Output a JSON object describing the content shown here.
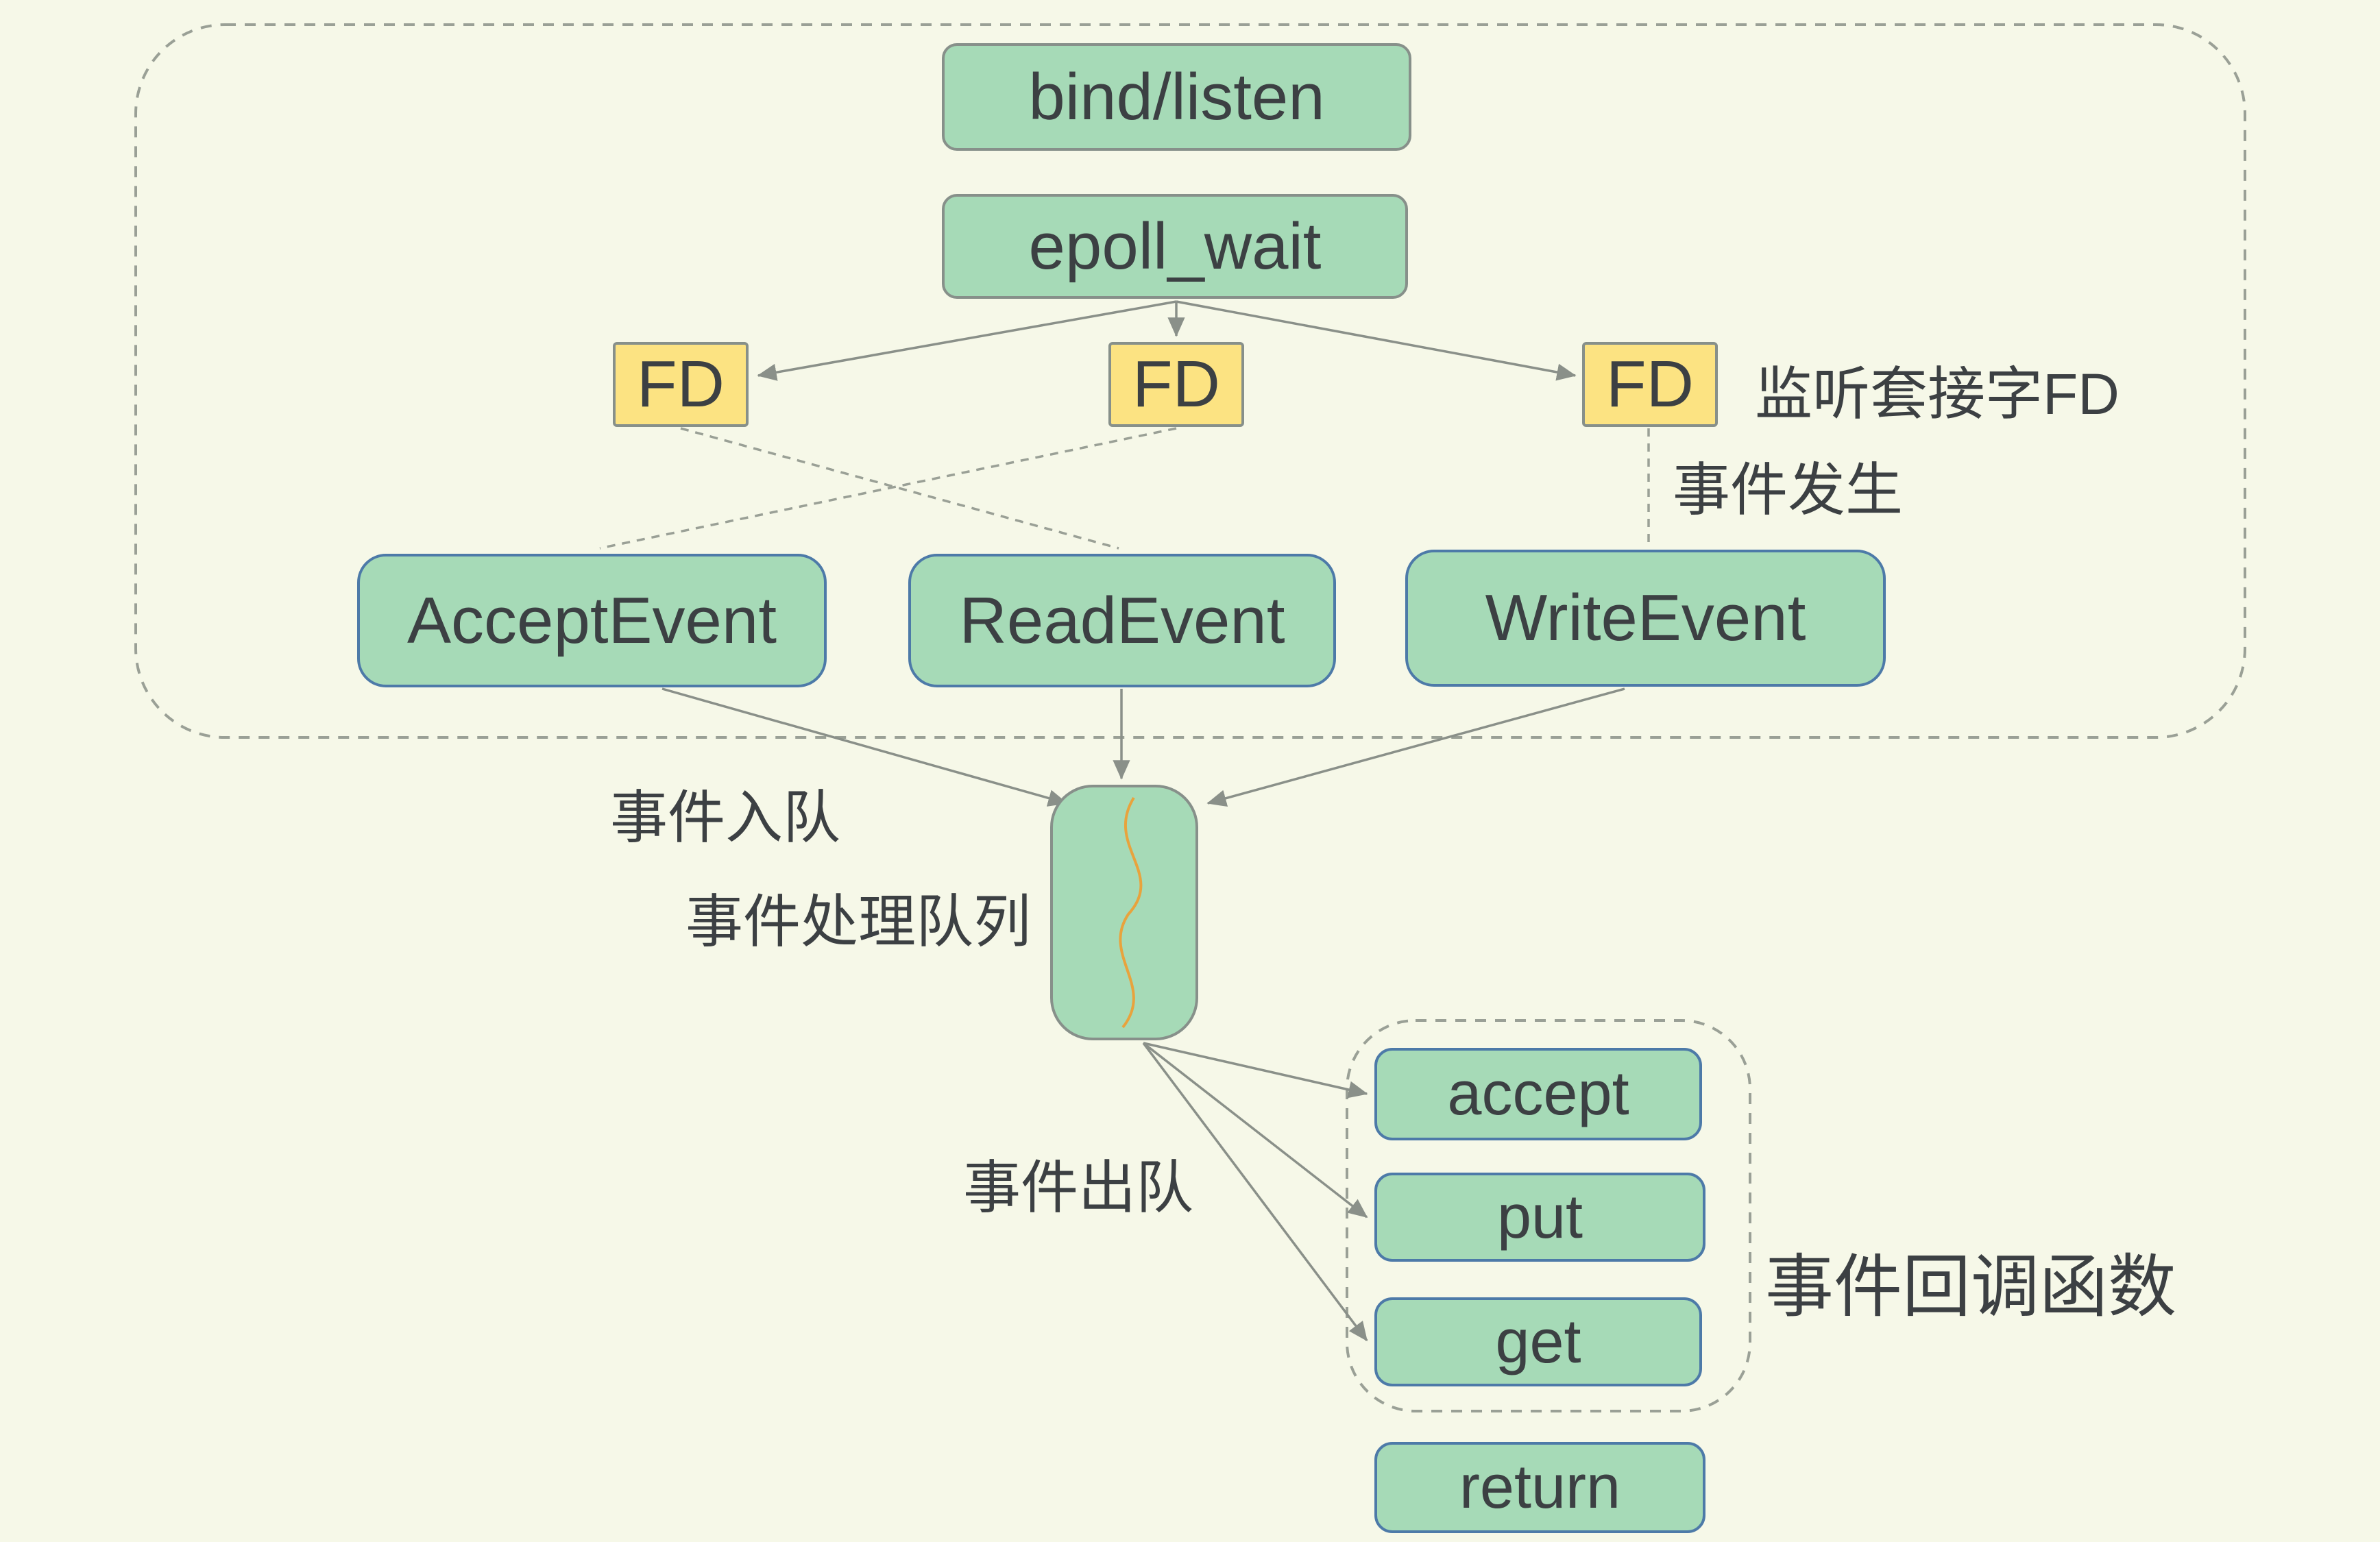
{
  "colors": {
    "background": "#f6f8e8",
    "box_green_fill": "#a6dab7",
    "box_yellow_fill": "#fce382",
    "border_gray": "#87908a",
    "border_blue": "#4d7aa8",
    "dashed_border": "#9aa096",
    "arrow": "#8a9089",
    "text": "#3c4043",
    "squiggle": "#e8a33d"
  },
  "nodes": {
    "bind_listen": "bind/listen",
    "epoll_wait": "epoll_wait",
    "fd1": "FD",
    "fd2": "FD",
    "fd3": "FD",
    "accept_event": "AcceptEvent",
    "read_event": "ReadEvent",
    "write_event": "WriteEvent",
    "accept": "accept",
    "put": "put",
    "get": "get",
    "return": "return"
  },
  "labels": {
    "listen_socket_fd": "监听套接字FD",
    "event_occurs": "事件发生",
    "event_enqueue": "事件入队",
    "event_queue": "事件处理队列",
    "event_dequeue": "事件出队",
    "event_callbacks": "事件回调函数"
  }
}
